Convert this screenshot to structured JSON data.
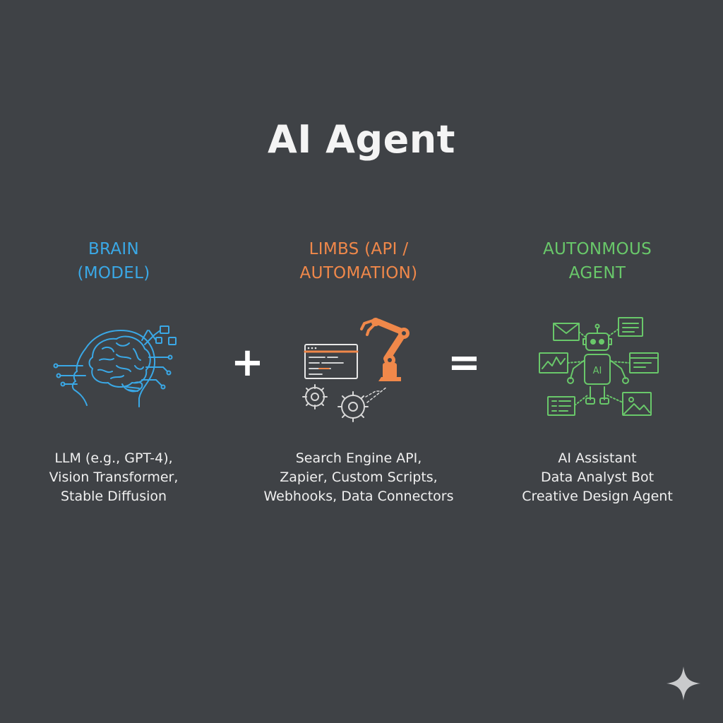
{
  "title": "AI Agent",
  "colors": {
    "background": "#3f4246",
    "brain": "#3aa8e6",
    "limbs": "#f0884a",
    "agent": "#69c86a",
    "text": "#f0f0f0"
  },
  "operators": {
    "plus": "+",
    "equals": "="
  },
  "columns": [
    {
      "heading": [
        "BRAIN",
        "(MODEL)"
      ],
      "icon": "brain-head-icon",
      "description": [
        "LLM (e.g., GPT-4),",
        "Vision Transformer,",
        "Stable Diffusion"
      ]
    },
    {
      "heading": [
        "LIMBS (API /",
        "AUTOMATION)"
      ],
      "icon": "robot-arm-gears-icon",
      "description": [
        "Search Engine API,",
        "Zapier, Custom Scripts,",
        "Webhooks, Data Connectors"
      ]
    },
    {
      "heading": [
        "AUTONMOUS",
        "AGENT"
      ],
      "icon": "robot-agent-icon",
      "robot_label": "AI",
      "description": [
        "AI Assistant",
        "Data Analyst Bot",
        "Creative Design Agent"
      ]
    }
  ],
  "watermark_icon": "sparkle-icon"
}
